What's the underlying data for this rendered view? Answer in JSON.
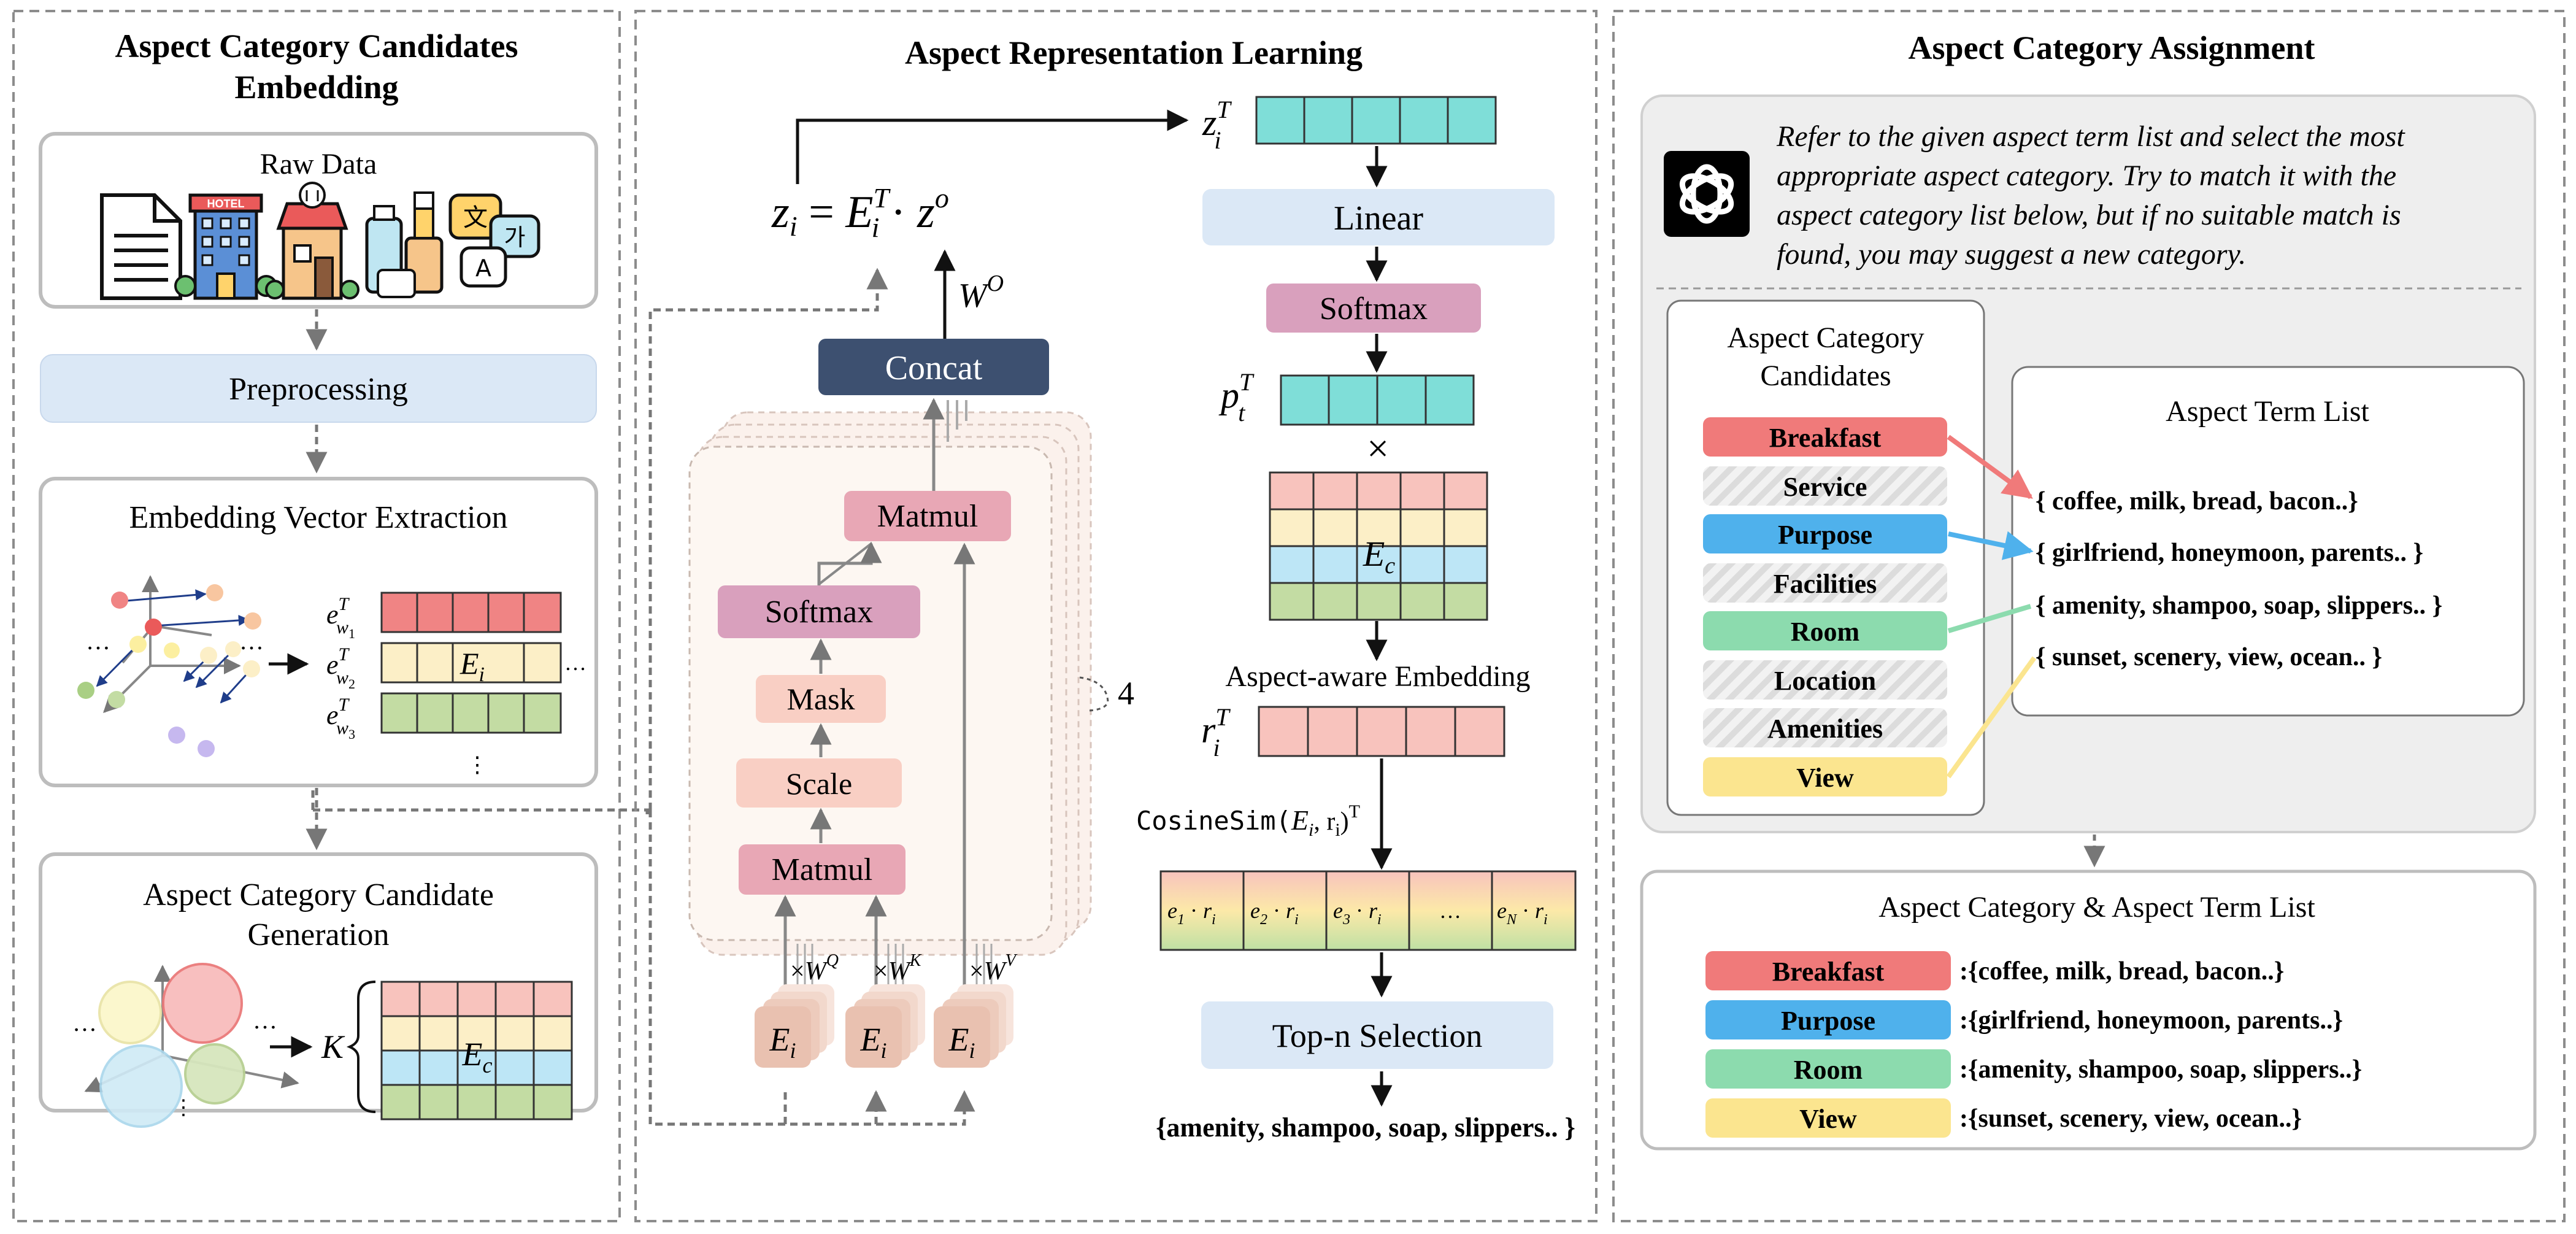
{
  "colors": {
    "panel_dash": "#8c8c8c",
    "box_border": "#bdbdbd",
    "light_blue": "#dbe8f6",
    "pink_box": "#d9a0bd",
    "salmon_box": "#f9cfc4",
    "matmul_box": "#e8a7b5",
    "concat_box": "#3d5070",
    "teal_cell": "#7fded8",
    "salmon_cell": "#f8c3bd",
    "red_cell": "#f08484",
    "yellow_cell": "#fcefc7",
    "green_cell": "#c3dca3",
    "cyan_cell": "#bde6f6",
    "breakfast": "#f07a7a",
    "purpose": "#4fb1ec",
    "room": "#8cdbae",
    "view": "#fbe58f",
    "hatch": "#dedede",
    "right_bg": "#eeeeee",
    "chatgpt_icon": "#000000",
    "head_box": "#f4d9cc"
  },
  "panel1": {
    "title_line1": "Aspect Category Candidates",
    "title_line2": "Embedding",
    "raw_data": "Raw Data",
    "raw_icons": [
      "document-icon",
      "hotel-icon",
      "restaurant-icon",
      "cosmetics-icon",
      "translate-icon"
    ],
    "hotel_sign": "HOTEL",
    "translate_glyphs": [
      "文",
      "가",
      "A"
    ],
    "preprocessing": "Preprocessing",
    "extraction": "Embedding Vector Extraction",
    "vec_labels": [
      {
        "base": "e",
        "sup": "T",
        "sub": "w",
        "subsub": "1"
      },
      {
        "base": "e",
        "sup": "T",
        "sub": "w",
        "subsub": "2"
      },
      {
        "base": "e",
        "sup": "T",
        "sub": "w",
        "subsub": "3"
      }
    ],
    "matrix_label": {
      "base": "E",
      "sub": "i"
    },
    "ellipsis_h": "…",
    "ellipsis_v": "⋮",
    "generation_line1": "Aspect Category Candidate",
    "generation_line2": "Generation",
    "k_label": "K",
    "ec_label": {
      "base": "E",
      "sub": "c"
    }
  },
  "panel2": {
    "title": "Aspect Representation Learning",
    "formula": {
      "z": "z",
      "i": "i",
      "eq": " = ",
      "E": "E",
      "T": "T",
      "dot": " · ",
      "zo": "z",
      "o": "o"
    },
    "wo": {
      "base": "W",
      "sup": "O"
    },
    "concat": "Concat",
    "matmul_top": "Matmul",
    "softmax": "Softmax",
    "mask": "Mask",
    "scale": "Scale",
    "matmul_bottom": "Matmul",
    "heads": "4",
    "weights": [
      "Q",
      "K",
      "V"
    ],
    "times": "×",
    "w": "W",
    "ei": {
      "base": "E",
      "sub": "i"
    },
    "zit": {
      "base": "z",
      "sup": "T",
      "sub": "i"
    },
    "linear": "Linear",
    "softmax2": "Softmax",
    "ptt": {
      "base": "p",
      "sup": "T",
      "sub": "t"
    },
    "ec": {
      "base": "E",
      "sub": "c"
    },
    "aspect_aware": "Aspect-aware Embedding",
    "rit": {
      "base": "r",
      "sup": "T",
      "sub": "i"
    },
    "cosine": {
      "fn": "CosineSim(",
      "E": "E",
      "i": "i",
      "mid": ", r",
      "ri": "i",
      "close": ")",
      "T": "T"
    },
    "score_cells": [
      {
        "w": "1"
      },
      {
        "w": "2"
      },
      {
        "w": "3"
      },
      {
        "dots": "…"
      },
      {
        "w": "N"
      }
    ],
    "score_r": "r",
    "score_i": "i",
    "topn": "Top-n Selection",
    "result": "{amenity, shampoo, soap, slippers.. }"
  },
  "panel3": {
    "title": "Aspect Category Assignment",
    "prompt_lines": [
      "Refer to the given aspect term list and select the most",
      "appropriate aspect category. Try to match it with the",
      "aspect category list below, but if no suitable match is",
      "found, you may suggest a new category."
    ],
    "candidates_title_line1": "Aspect Category",
    "candidates_title_line2": "Candidates",
    "candidates": [
      "Breakfast",
      "Service",
      "Purpose",
      "Facilities",
      "Room",
      "Location",
      "Amenities",
      "View"
    ],
    "term_list_title": "Aspect Term List",
    "terms": [
      "{ coffee, milk, bread, bacon..}",
      "{ girlfriend, honeymoon, parents.. }",
      "{ amenity, shampoo, soap, slippers.. }",
      "{ sunset, scenery, view, ocean.. }"
    ],
    "result_title": "Aspect Category & Aspect Term List",
    "results": [
      {
        "cat": "Breakfast",
        "terms": ":{coffee, milk, bread, bacon..}"
      },
      {
        "cat": "Purpose",
        "terms": ":{girlfriend, honeymoon, parents..}"
      },
      {
        "cat": "Room",
        "terms": ":{amenity, shampoo, soap, slippers..}"
      },
      {
        "cat": "View",
        "terms": ":{sunset, scenery, view, ocean..}"
      }
    ]
  }
}
